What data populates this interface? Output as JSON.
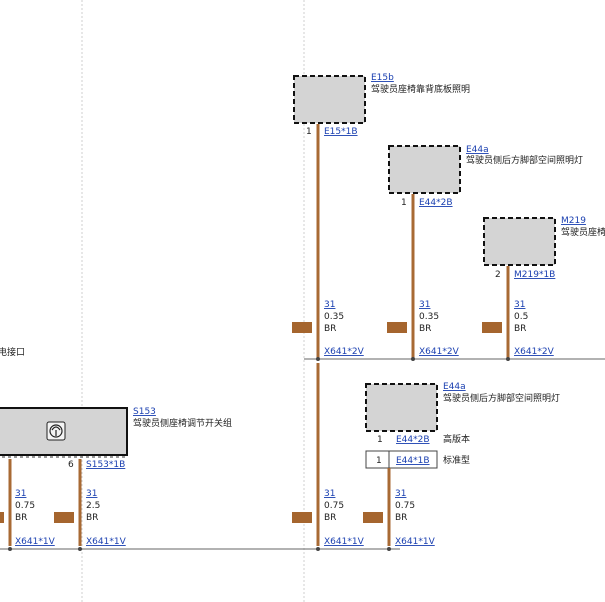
{
  "colors": {
    "wire": "#a86a34",
    "connector_chip": "#a5652e",
    "link": "#1a3fb0",
    "component_fill": "#d4d4d4"
  },
  "partial_left_label": "电接口",
  "components": {
    "e15b": {
      "id": "E15b",
      "name": "驾驶员座椅靠背底板照明",
      "pin": "1",
      "pin_link": "E15*1B"
    },
    "e44a_top": {
      "id": "E44a",
      "name": "驾驶员侧后方脚部空间照明灯",
      "pin": "1",
      "pin_link": "E44*2B"
    },
    "m219": {
      "id": "M219",
      "name": "驾驶员座椅",
      "pin": "2",
      "pin_link": "M219*1B"
    },
    "s153": {
      "id": "S153",
      "name": "驾驶员侧座椅调节开关组",
      "pin": "6",
      "pin_link": "S153*1B",
      "icon": "seat-switch-icon"
    },
    "e44a_low": {
      "id": "E44a",
      "name": "驾驶员侧后方脚部空间照明灯",
      "pin": "1",
      "pin_link": "E44*2B",
      "variant": "高版本",
      "alt_pin": "1",
      "alt_pin_link": "E44*1B",
      "alt_variant": "标准型"
    }
  },
  "wire_labels": {
    "w_e15b": {
      "num": "31",
      "size": "0.35",
      "color": "BR",
      "conn": "X641*2V"
    },
    "w_e44a_top": {
      "num": "31",
      "size": "0.35",
      "color": "BR",
      "conn": "X641*2V"
    },
    "w_m219": {
      "num": "31",
      "size": "0.5",
      "color": "BR",
      "conn": "X641*2V"
    },
    "w_left": {
      "num": "31",
      "size": "0.75",
      "color": "BR",
      "conn": "X641*1V"
    },
    "w_s153": {
      "num": "31",
      "size": "2.5",
      "color": "BR",
      "conn": "X641*1V"
    },
    "w_trunk": {
      "num": "31",
      "size": "0.75",
      "color": "BR",
      "conn": "X641*1V"
    },
    "w_e44a_low": {
      "num": "31",
      "size": "0.75",
      "color": "BR",
      "conn": "X641*1V"
    }
  }
}
